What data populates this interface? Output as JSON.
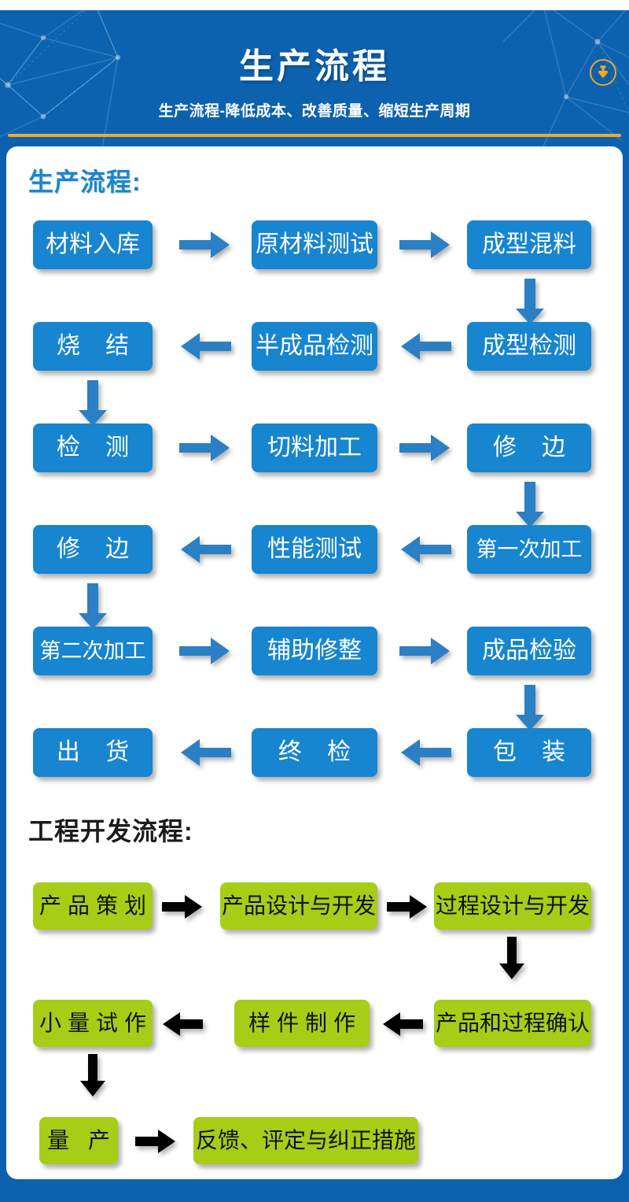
{
  "header": {
    "title": "生产流程",
    "subtitle": "生产流程-降低成本、改善质量、缩短生产周期",
    "download_icon_name": "download-arrow-icon",
    "bg_color": "#0d62b0",
    "rule_color": "#f3a82c",
    "icon_color": "#f0a42a"
  },
  "sections": [
    {
      "id": "production",
      "title": "生产流程:",
      "title_color": "#1886d0",
      "node_color": "#1785cf",
      "node_text_color": "#ffffff",
      "arrow_color": "#2b7fc4",
      "rows": [
        {
          "direction": "right",
          "nodes": [
            "材料入库",
            "原材料测试",
            "成型混料"
          ]
        },
        {
          "direction": "left",
          "nodes": [
            "烧 结",
            "半成品检测",
            "成型检测"
          ]
        },
        {
          "direction": "right",
          "nodes": [
            "检 测",
            "切料加工",
            "修 边"
          ]
        },
        {
          "direction": "left",
          "nodes": [
            "修 边",
            "性能测试",
            "第一次加工"
          ]
        },
        {
          "direction": "right",
          "nodes": [
            "第二次加工",
            "辅助修整",
            "成品检验"
          ]
        },
        {
          "direction": "left",
          "nodes": [
            "出 货",
            "终 检",
            "包 装"
          ]
        }
      ]
    },
    {
      "id": "engineering",
      "title": "工程开发流程:",
      "title_color": "#1b1b1b",
      "node_color": "#a7cd17",
      "node_text_color": "#111111",
      "arrow_color": "#000000",
      "rows": [
        {
          "direction": "right",
          "nodes": [
            "产品策划",
            "产品设计与开发",
            "过程设计与开发"
          ]
        },
        {
          "direction": "left",
          "nodes": [
            "小量试作",
            "样件制作",
            "产品和过程确认"
          ]
        },
        {
          "direction": "right",
          "nodes": [
            "量 产",
            "反馈、评定与纠正措施"
          ]
        }
      ]
    }
  ],
  "nodes": {
    "p_r1_c1": "材料入库",
    "p_r1_c2": "原材料测试",
    "p_r1_c3": "成型混料",
    "p_r2_c1": "烧 结",
    "p_r2_c2": "半成品检测",
    "p_r2_c3": "成型检测",
    "p_r3_c1": "检 测",
    "p_r3_c2": "切料加工",
    "p_r3_c3": "修 边",
    "p_r4_c1": "修 边",
    "p_r4_c2": "性能测试",
    "p_r4_c3": "第一次加工",
    "p_r5_c1": "第二次加工",
    "p_r5_c2": "辅助修整",
    "p_r5_c3": "成品检验",
    "p_r6_c1": "出 货",
    "p_r6_c2": "终 检",
    "p_r6_c3": "包 装",
    "e_r1_c1": "产品策划",
    "e_r1_c2": "产品设计与开发",
    "e_r1_c3": "过程设计与开发",
    "e_r2_c1": "小量试作",
    "e_r2_c2": "样件制作",
    "e_r2_c3": "产品和过程确认",
    "e_r3_c1": "量 产",
    "e_r3_c2": "反馈、评定与纠正措施"
  },
  "titles": {
    "production": "生产流程:",
    "engineering": "工程开发流程:"
  }
}
